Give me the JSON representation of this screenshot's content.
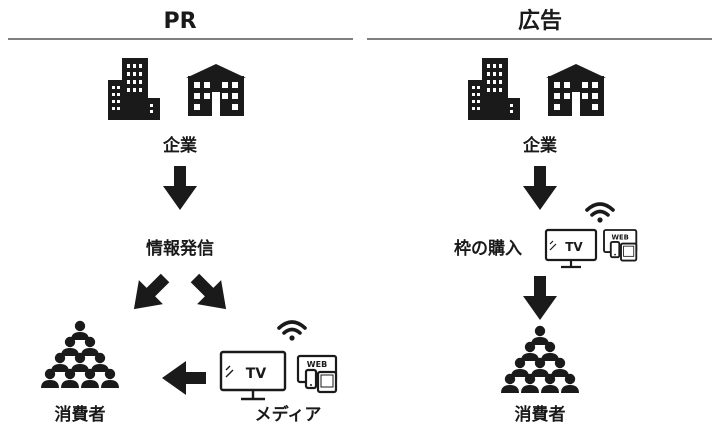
{
  "pr": {
    "heading": "PR",
    "company_label": "企業",
    "action_label": "情報発信",
    "consumer_label": "消費者",
    "media_label": "メディア",
    "tv_label": "TV",
    "web_label": "WEB"
  },
  "ad": {
    "heading": "広告",
    "company_label": "企業",
    "action_label": "枠の購入",
    "consumer_label": "消費者",
    "tv_label": "TV",
    "web_label": "WEB"
  },
  "colors": {
    "ink": "#1a1a1a",
    "rule": "#555555",
    "background": "#ffffff"
  },
  "icons": [
    "building-icon",
    "wifi-icon",
    "tv-icon",
    "web-devices-icon",
    "people-pyramid-icon",
    "arrow-icon"
  ]
}
